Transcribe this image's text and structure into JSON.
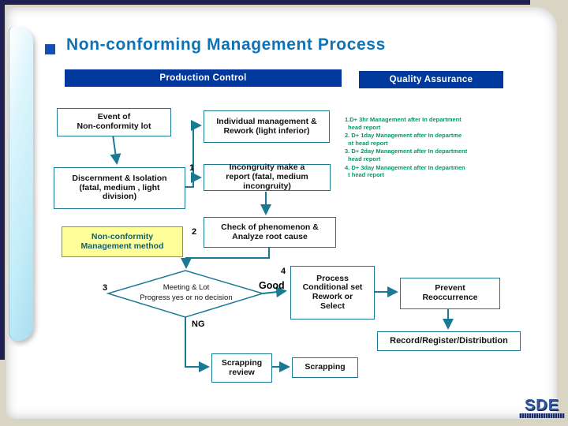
{
  "slide": {
    "title": "Non-conforming Management Process"
  },
  "headers": {
    "production": "Production Control",
    "quality": "Quality Assurance"
  },
  "nodes": {
    "event": "Event of\nNon-conformity lot",
    "individual": "Individual management &\nRework (light inferior)",
    "discernment": "Discernment & Isolation\n(fatal, medium , light\ndivision)",
    "incongruity": "Incongruity make a\nreport  (fatal, medium\nincongruity)",
    "method": "Non-conformity\nManagement method",
    "check": "Check of phenomenon &\nAnalyze root cause",
    "decision": "Meeting & Lot\nProgress yes or no decision",
    "process": "Process\nConditional set\nRework or\nSelect",
    "prevent": "Prevent\nReoccurrence",
    "record": "Record/Register/Distribution",
    "scrapping_review": "Scrapping\nreview",
    "scrapping": "Scrapping"
  },
  "labels": {
    "step1": "1",
    "step2": "2",
    "step3": "3",
    "step4": "4",
    "good": "Good",
    "ng": "NG"
  },
  "notes": [
    "1.D+ 3hr Management after In department\n  head report",
    "2. D+ 1day Management after In departme\n  nt head report",
    "3. D+ 2day Management after In department\n  head report",
    "4. D+ 3day Management after In departmen\n  t head report"
  ],
  "logo": {
    "text": "SDE"
  },
  "colors": {
    "title_blue": "#0d73b8",
    "bar_navy": "#00389b",
    "box_teal": "#1b7a93",
    "note_green": "#009b63",
    "method_yellow": "#ffff99",
    "frame_beige": "#d9d5c4",
    "edge_navy": "#1f1f52"
  }
}
